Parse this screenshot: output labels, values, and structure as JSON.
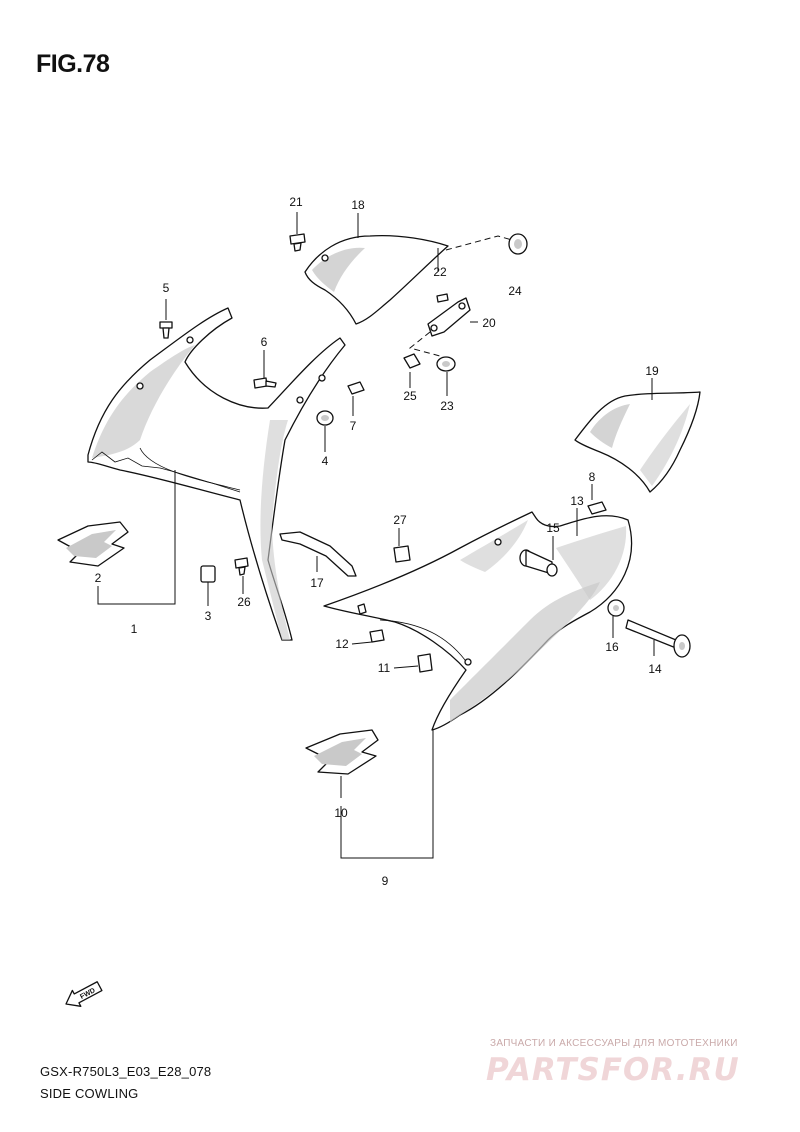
{
  "figure": {
    "title": "FIG.78",
    "model_code": "GSX-R750L3_E03_E28_078",
    "section_title": "SIDE COWLING"
  },
  "callouts": [
    {
      "id": "c1",
      "text": "1"
    },
    {
      "id": "c2",
      "text": "2"
    },
    {
      "id": "c3",
      "text": "3"
    },
    {
      "id": "c4",
      "text": "4"
    },
    {
      "id": "c5",
      "text": "5"
    },
    {
      "id": "c6",
      "text": "6"
    },
    {
      "id": "c7",
      "text": "7"
    },
    {
      "id": "c8",
      "text": "8"
    },
    {
      "id": "c9",
      "text": "9"
    },
    {
      "id": "c10",
      "text": "10"
    },
    {
      "id": "c11",
      "text": "11"
    },
    {
      "id": "c12",
      "text": "12"
    },
    {
      "id": "c13",
      "text": "13"
    },
    {
      "id": "c14",
      "text": "14"
    },
    {
      "id": "c15",
      "text": "15"
    },
    {
      "id": "c16",
      "text": "16"
    },
    {
      "id": "c17",
      "text": "17"
    },
    {
      "id": "c18",
      "text": "18"
    },
    {
      "id": "c19",
      "text": "19"
    },
    {
      "id": "c20",
      "text": "20"
    },
    {
      "id": "c21",
      "text": "21"
    },
    {
      "id": "c22",
      "text": "22"
    },
    {
      "id": "c23",
      "text": "23"
    },
    {
      "id": "c24",
      "text": "24"
    },
    {
      "id": "c25",
      "text": "25"
    },
    {
      "id": "c26",
      "text": "26"
    },
    {
      "id": "c27",
      "text": "27"
    }
  ],
  "fwd_arrow": {
    "label": "FWD",
    "icon": "fwd-arrow-icon"
  },
  "watermark": {
    "tagline": "ЗАПЧАСТИ И АКСЕССУАРЫ ДЛЯ МОТОТЕХНИКИ",
    "brand": "PARTSFOR.RU",
    "color": "#f0d6d8"
  }
}
